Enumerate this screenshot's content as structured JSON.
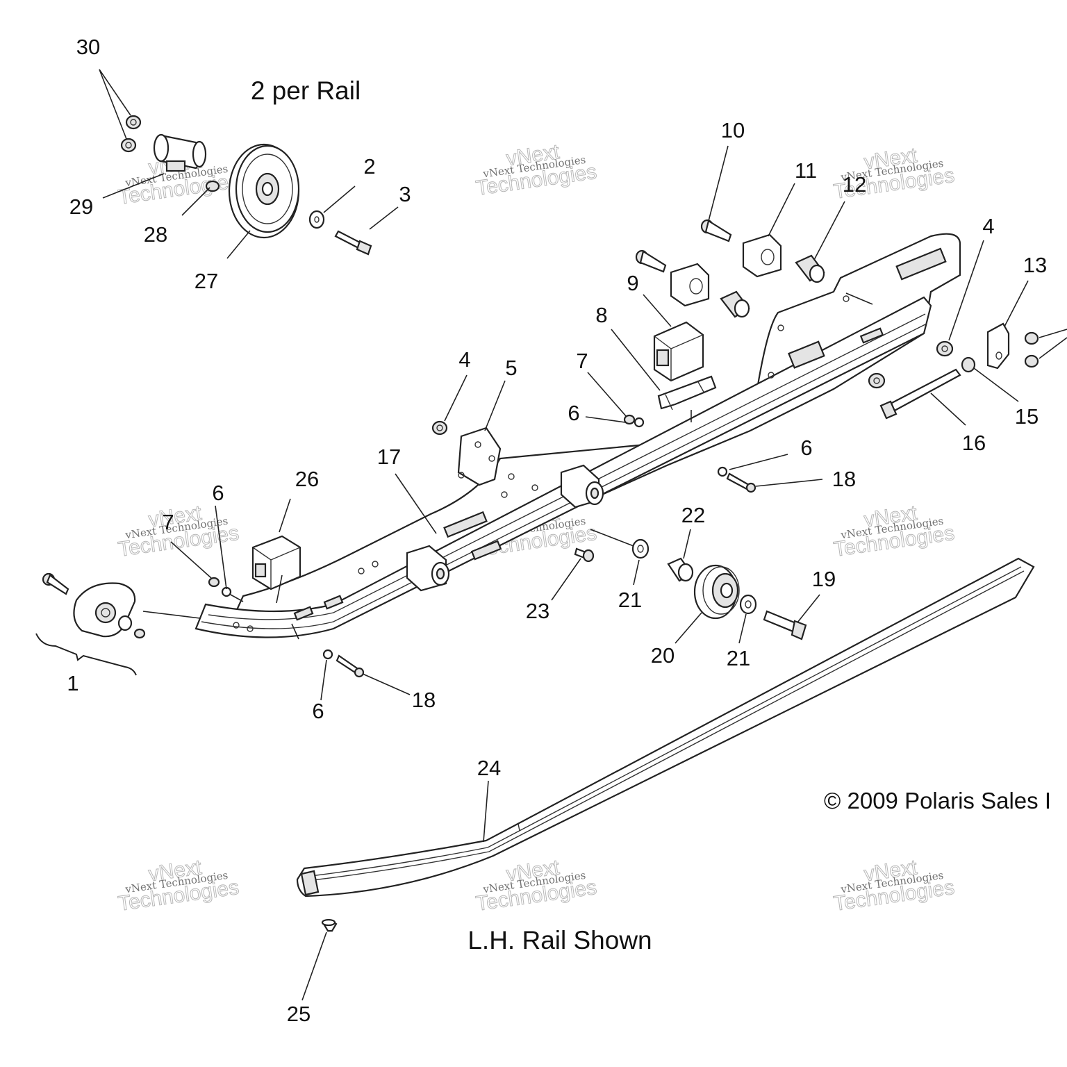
{
  "header_note": "2 per Rail",
  "footer_note": "L.H. Rail Shown",
  "copyright": "© 2009 Polaris Sales I",
  "watermark": {
    "line1": "vNext",
    "line2": "vNext Technologies",
    "line3": "Technologies"
  },
  "callouts": [
    "30",
    "2",
    "3",
    "29",
    "28",
    "27",
    "10",
    "11",
    "12",
    "4",
    "13",
    "9",
    "8",
    "7",
    "6",
    "16",
    "15",
    "4",
    "5",
    "6",
    "18",
    "17",
    "26",
    "6",
    "7",
    "22",
    "19",
    "23",
    "21",
    "20",
    "21",
    "1",
    "6",
    "18",
    "24",
    "25"
  ]
}
